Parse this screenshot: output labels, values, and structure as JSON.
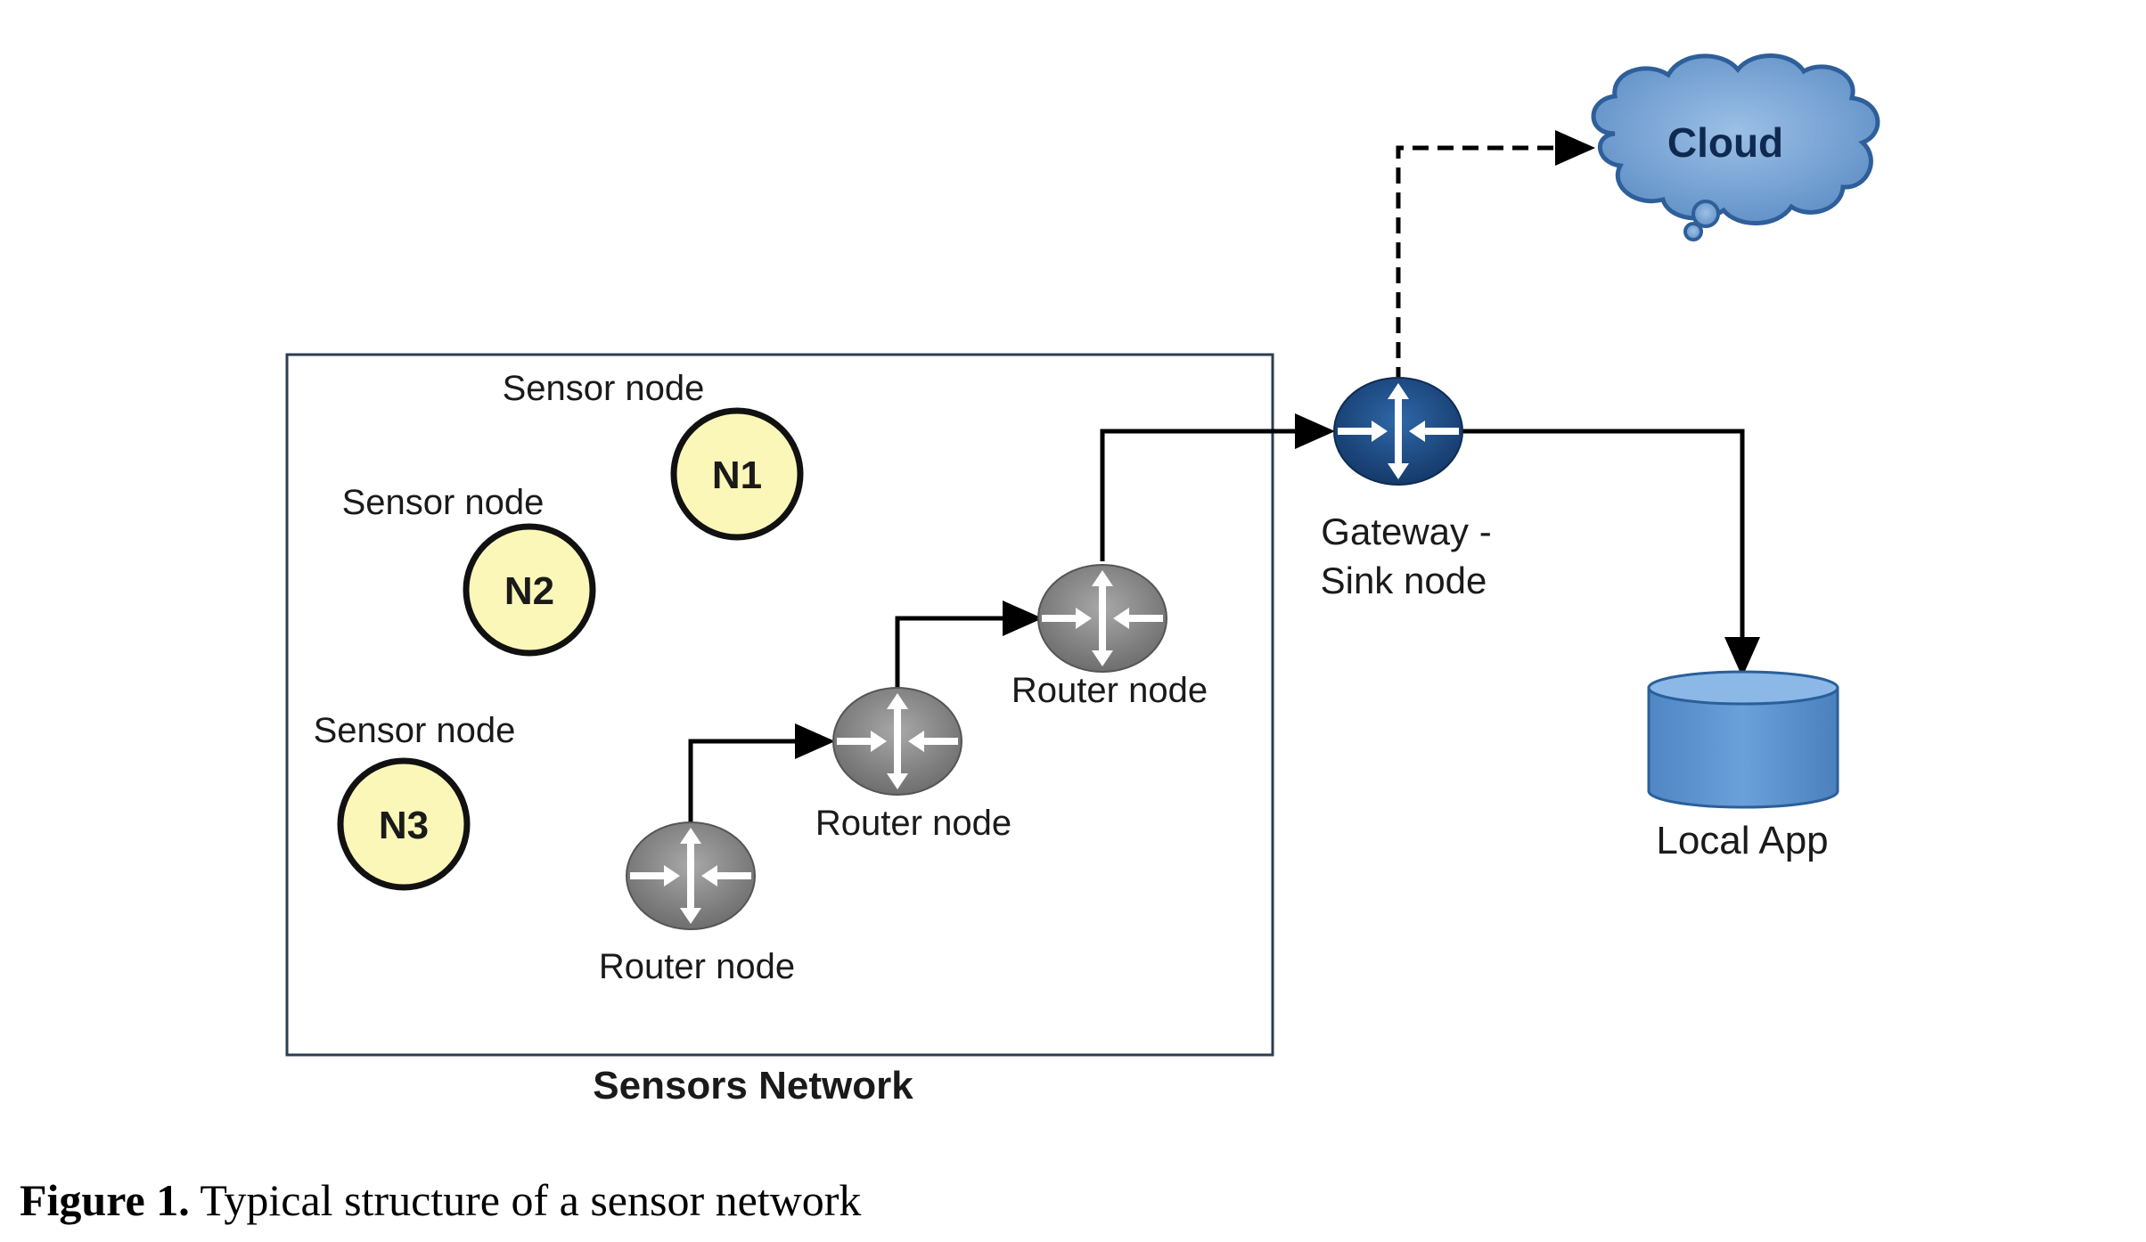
{
  "diagram": {
    "network_title": "Sensors Network",
    "sensor_nodes": [
      {
        "id": "N1",
        "label": "Sensor node"
      },
      {
        "id": "N2",
        "label": "Sensor node"
      },
      {
        "id": "N3",
        "label": "Sensor node"
      }
    ],
    "router_nodes": [
      {
        "label": "Router node"
      },
      {
        "label": "Router node"
      },
      {
        "label": "Router node"
      }
    ],
    "gateway": {
      "line1": "Gateway -",
      "line2": "Sink node"
    },
    "cloud": {
      "label": "Cloud"
    },
    "local_app": {
      "label": "Local App"
    },
    "colors": {
      "sensor_fill": "#fbf7b8",
      "router_fill": "#8a8a8a",
      "gateway_fill": "#1f4f8c",
      "cloud_fill": "#7aa6d6",
      "database_fill": "#5b93cf"
    }
  },
  "caption": {
    "figure_label": "Figure 1.",
    "text": "Typical structure of a sensor network"
  }
}
